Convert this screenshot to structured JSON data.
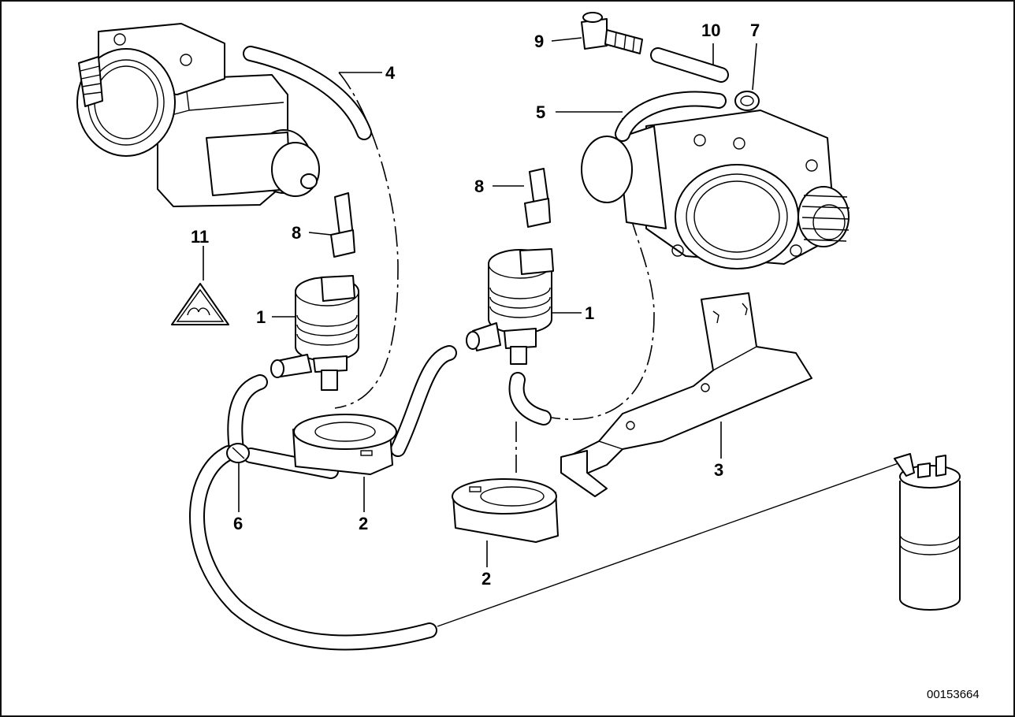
{
  "diagram_id": "00153664",
  "part_labels": [
    {
      "key": "p1a",
      "text": "1"
    },
    {
      "key": "p1b",
      "text": "1"
    },
    {
      "key": "p2a",
      "text": "2"
    },
    {
      "key": "p2b",
      "text": "2"
    },
    {
      "key": "p3",
      "text": "3"
    },
    {
      "key": "p4",
      "text": "4"
    },
    {
      "key": "p5",
      "text": "5"
    },
    {
      "key": "p6",
      "text": "6"
    },
    {
      "key": "p7",
      "text": "7"
    },
    {
      "key": "p8a",
      "text": "8"
    },
    {
      "key": "p8b",
      "text": "8"
    },
    {
      "key": "p9",
      "text": "9"
    },
    {
      "key": "p10",
      "text": "10"
    },
    {
      "key": "p11",
      "text": "11"
    }
  ],
  "icons": [
    "triangle-warning-icon"
  ]
}
